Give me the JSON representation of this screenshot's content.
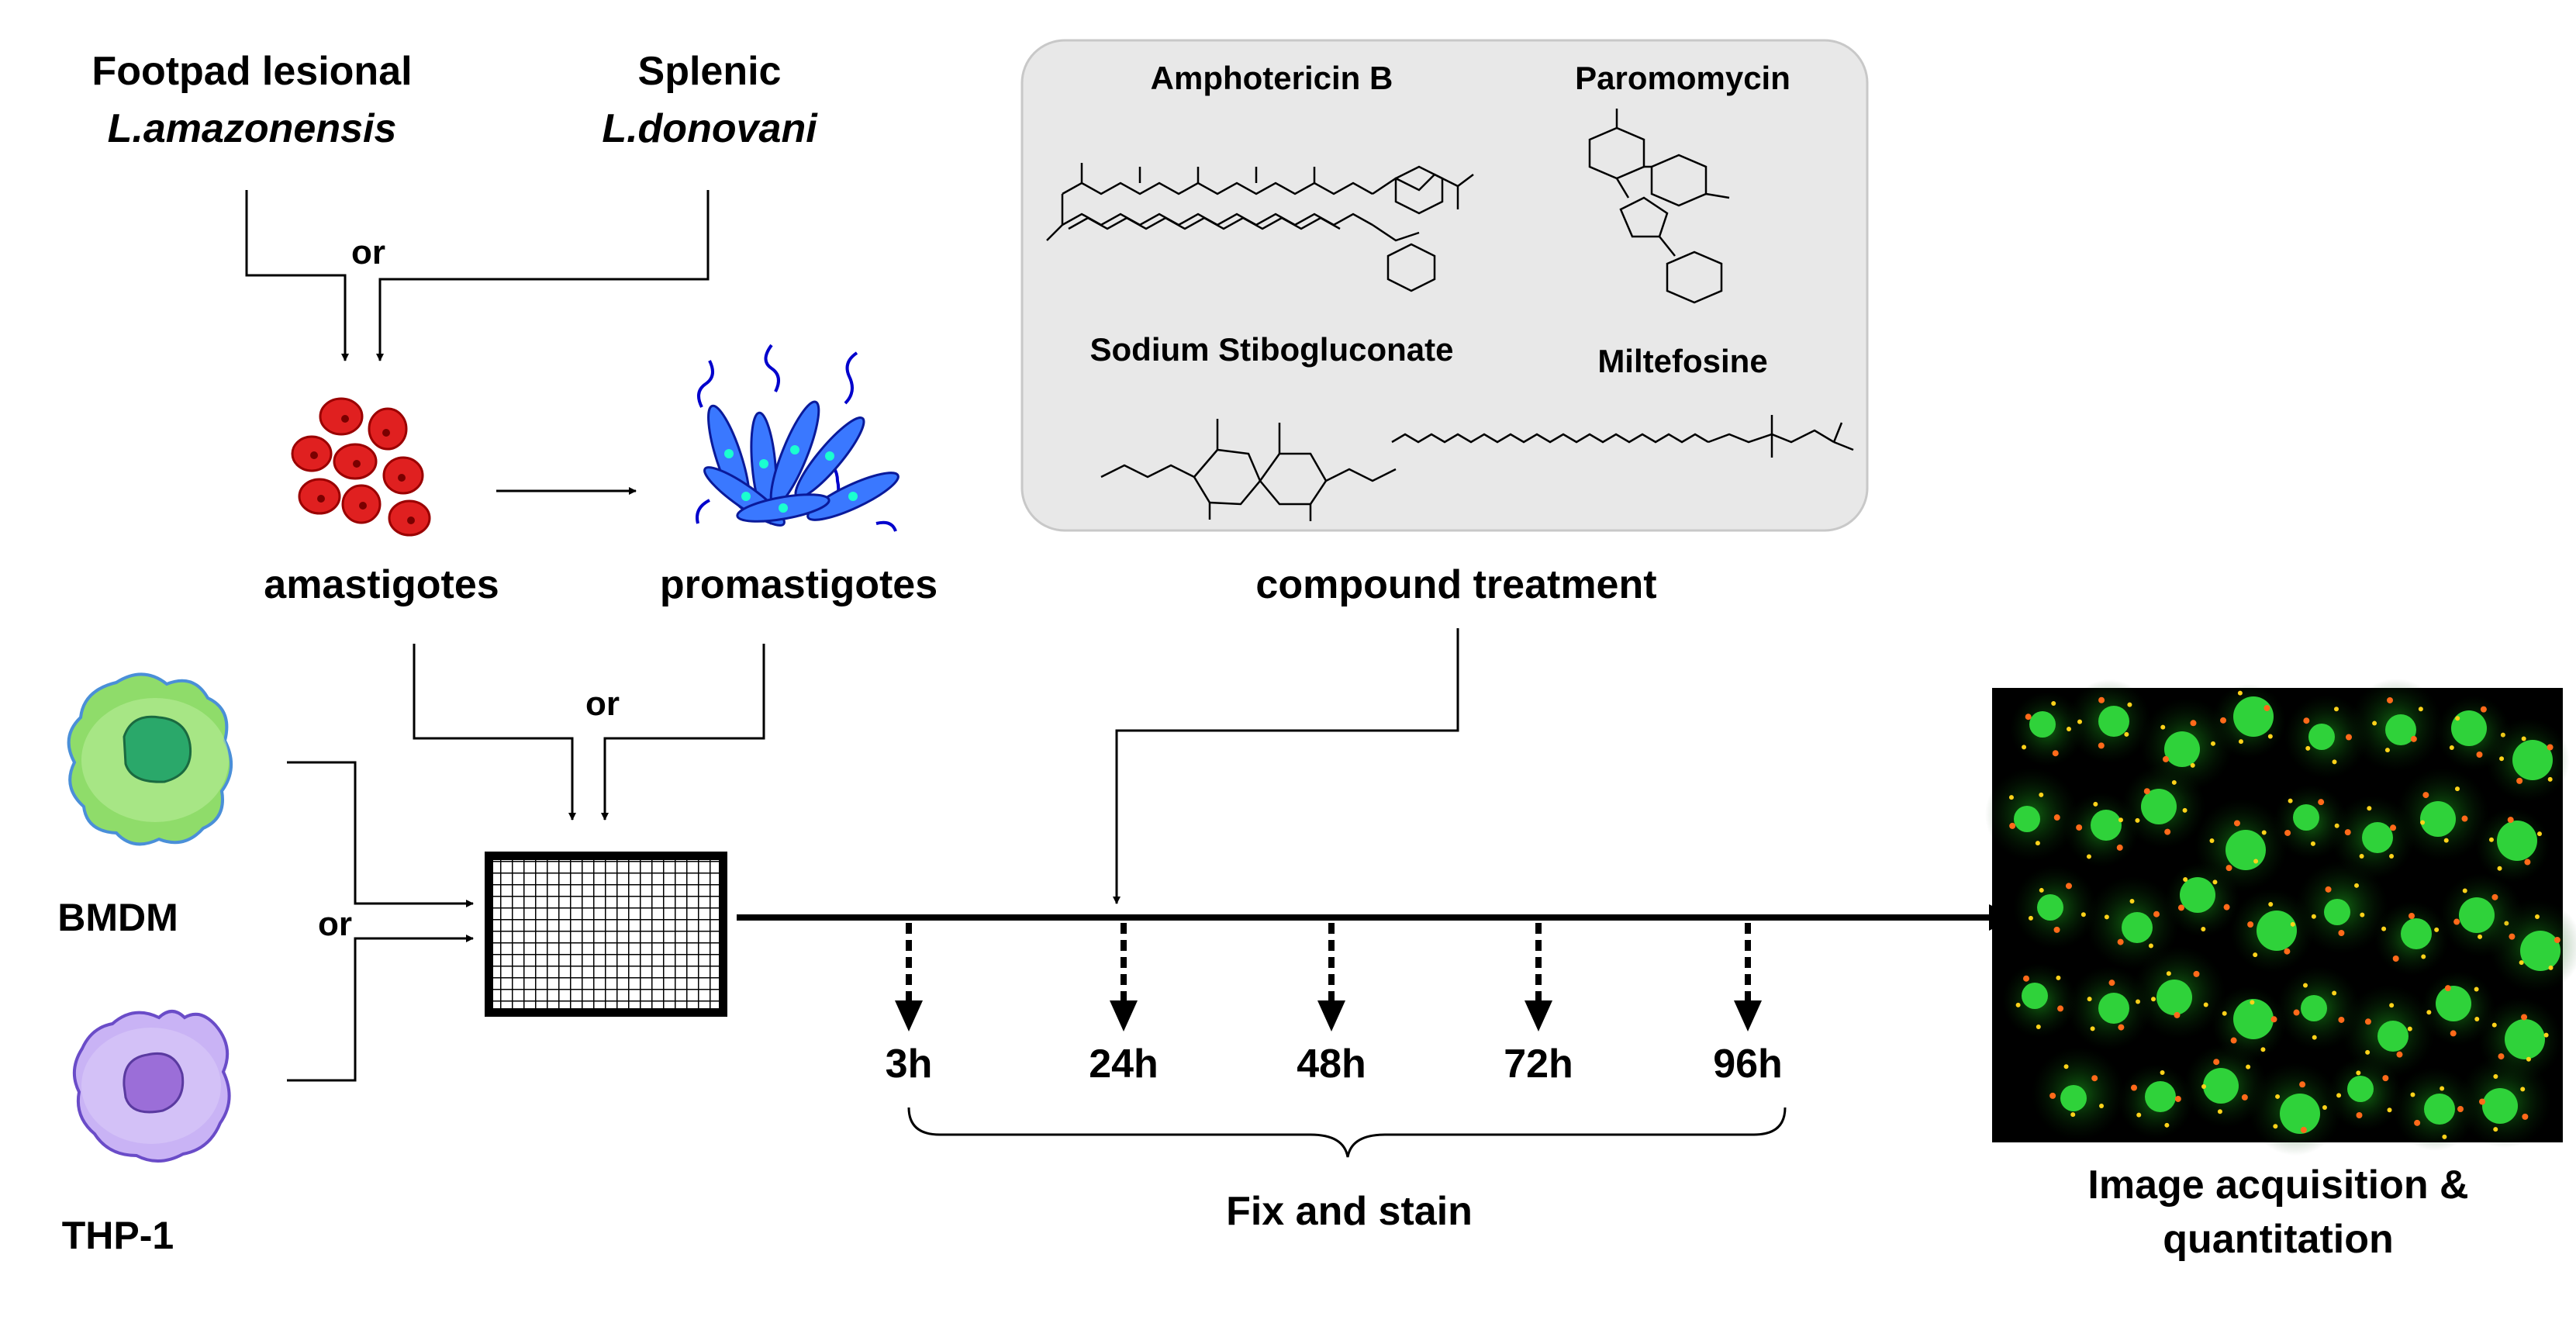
{
  "sources": {
    "source1_line1": "Footpad lesional",
    "source1_line2": "L.amazonensis",
    "source2_line1": "Splenic",
    "source2_line2": "L.donovani",
    "or": "or"
  },
  "parasites": {
    "amastigotes": "amastigotes",
    "promastigotes": "promastigotes",
    "or": "or"
  },
  "host_cells": {
    "bmdm": "BMDM",
    "thp1": "THP-1",
    "or": "or"
  },
  "compounds": {
    "amphotericin": "Amphotericin  B",
    "paromomycin": "Paromomycin",
    "sodium_stibogluconate": "Sodium  Stibogluconate",
    "miltefosine": "Miltefosine",
    "treatment_label": "compound treatment"
  },
  "timepoints": [
    "3h",
    "24h",
    "48h",
    "72h",
    "96h"
  ],
  "fix_label": "Fix and stain",
  "output": {
    "line1": "Image acquisition &",
    "line2": "quantitation"
  },
  "colors": {
    "amastigote_red": "#e02020",
    "promastigote_blue": "#1a5cff",
    "bmdm_green": "#8fdc6a",
    "thp1_purple": "#c9b3f5",
    "nucleus_green": "#2fd23a",
    "compound_box": "#e8e8e8"
  },
  "icons": [
    "amastigote-cluster-icon",
    "promastigote-cluster-icon",
    "bmdm-cell-icon",
    "thp1-cell-icon",
    "well-plate-icon",
    "chemical-structure-icon",
    "fluorescence-micrograph"
  ]
}
